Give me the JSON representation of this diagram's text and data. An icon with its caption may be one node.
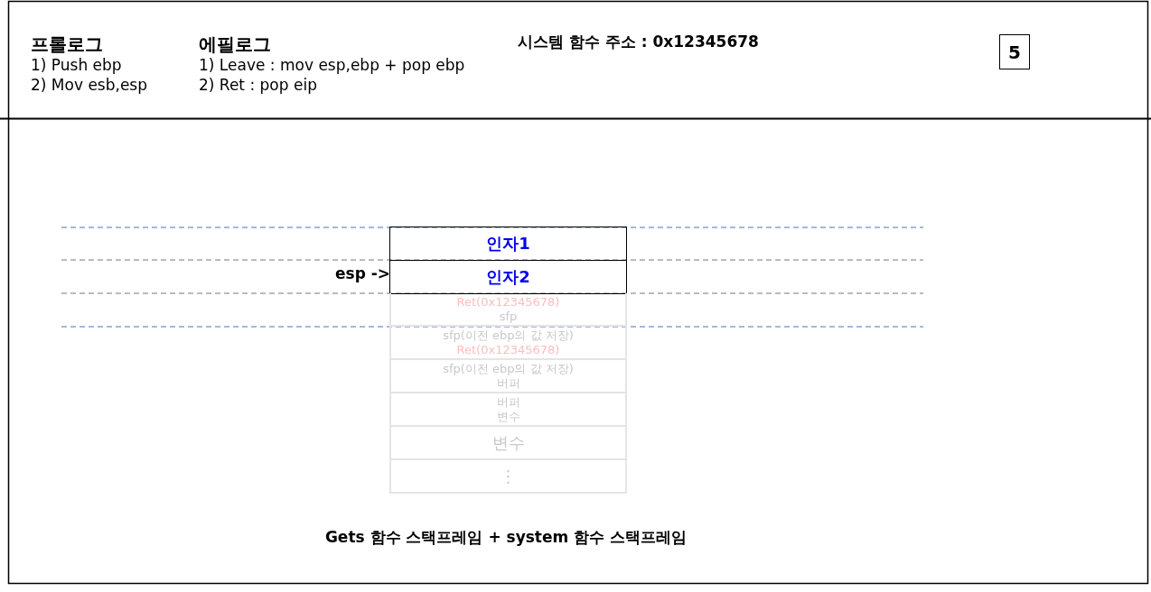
{
  "diagram": {
    "caption": "Gets 함수 스택프레임 + system 함수 스택프레임",
    "nodes": [
      {
        "text": [
          "5"
        ]
      },
      {
        "text": [
          "인자1"
        ]
      },
      {
        "text": [
          "인자2"
        ]
      },
      {
        "text": [
          "Ret(0x12345678)",
          "sfp"
        ]
      },
      {
        "text": [
          "sfp(이전 ebp의 값 저장)",
          "Ret(0x12345678)"
        ]
      },
      {
        "text": [
          "sfp(이전 ebp의 값 저장)",
          "버퍼"
        ]
      },
      {
        "text": [
          "버퍼",
          "변수"
        ]
      },
      {
        "text": [
          "변수"
        ]
      },
      {
        "text": [
          "⋮"
        ]
      }
    ],
    "edges": [],
    "labels": [
      "프롤로그",
      "1) Push ebp",
      "2) Mov esb,esp",
      "에필로그",
      "1) Leave : mov esp,ebp + pop ebp",
      "2) Ret : pop eip",
      "시스템 함수 주소 : 0x12345678",
      "esp ->"
    ]
  }
}
